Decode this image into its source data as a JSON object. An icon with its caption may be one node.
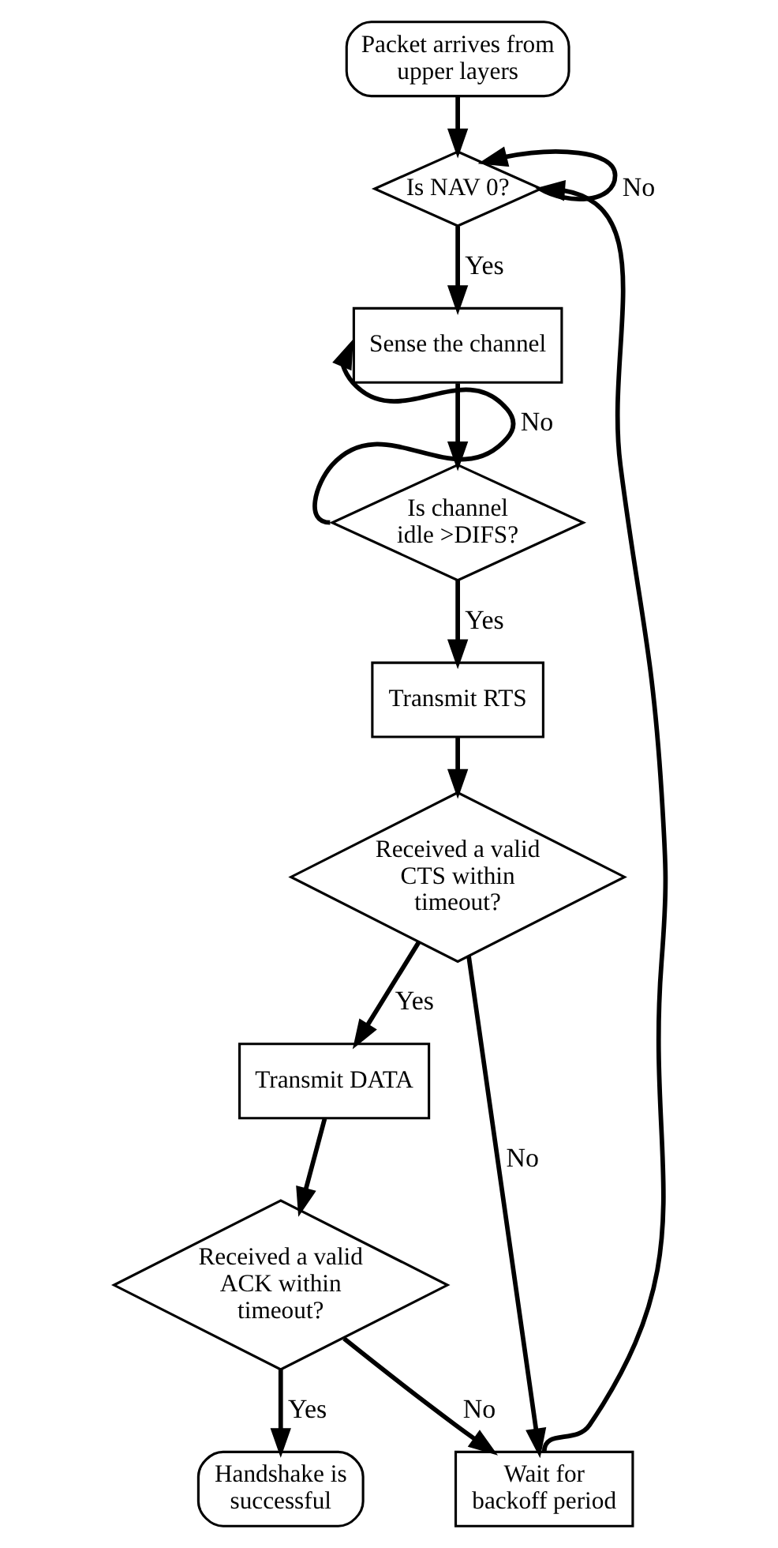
{
  "diagram": {
    "nodes": [
      {
        "text": [
          "Packet arrives from upper layers"
        ]
      },
      {
        "text": [
          "Is NAV 0?"
        ]
      },
      {
        "text": [
          "Sense the channel"
        ]
      },
      {
        "text": [
          "Is channel idle >DIFS?"
        ]
      },
      {
        "text": [
          "Transmit RTS"
        ]
      },
      {
        "text": [
          "Received a valid CTS within timeout?"
        ]
      },
      {
        "text": [
          "Transmit DATA"
        ]
      },
      {
        "text": [
          "Received a valid ACK within timeout?"
        ]
      },
      {
        "text": [
          "Handshake is successful"
        ]
      },
      {
        "text": [
          "Wait for backoff period"
        ]
      }
    ],
    "edges": [
      {
        "from": 0,
        "to": 1,
        "arrow": "to"
      },
      {
        "from": 1,
        "to": 1,
        "arrow": "to",
        "label": "No"
      },
      {
        "from": 1,
        "to": 2,
        "arrow": "to",
        "label": "Yes"
      },
      {
        "from": 2,
        "to": 3,
        "arrow": "to"
      },
      {
        "from": 3,
        "to": 2,
        "arrow": "to",
        "label": "No"
      },
      {
        "from": 3,
        "to": 4,
        "arrow": "to",
        "label": "Yes"
      },
      {
        "from": 4,
        "to": 5,
        "arrow": "to"
      },
      {
        "from": 5,
        "to": 9,
        "arrow": "to",
        "label": "No"
      },
      {
        "from": 5,
        "to": 6,
        "arrow": "to",
        "label": "Yes"
      },
      {
        "from": 6,
        "to": 7,
        "arrow": "to"
      },
      {
        "from": 7,
        "to": 9,
        "arrow": "to",
        "label": "No"
      },
      {
        "from": 7,
        "to": 8,
        "arrow": "to",
        "label": "Yes"
      },
      {
        "from": 9,
        "to": 1,
        "arrow": "to"
      }
    ]
  }
}
